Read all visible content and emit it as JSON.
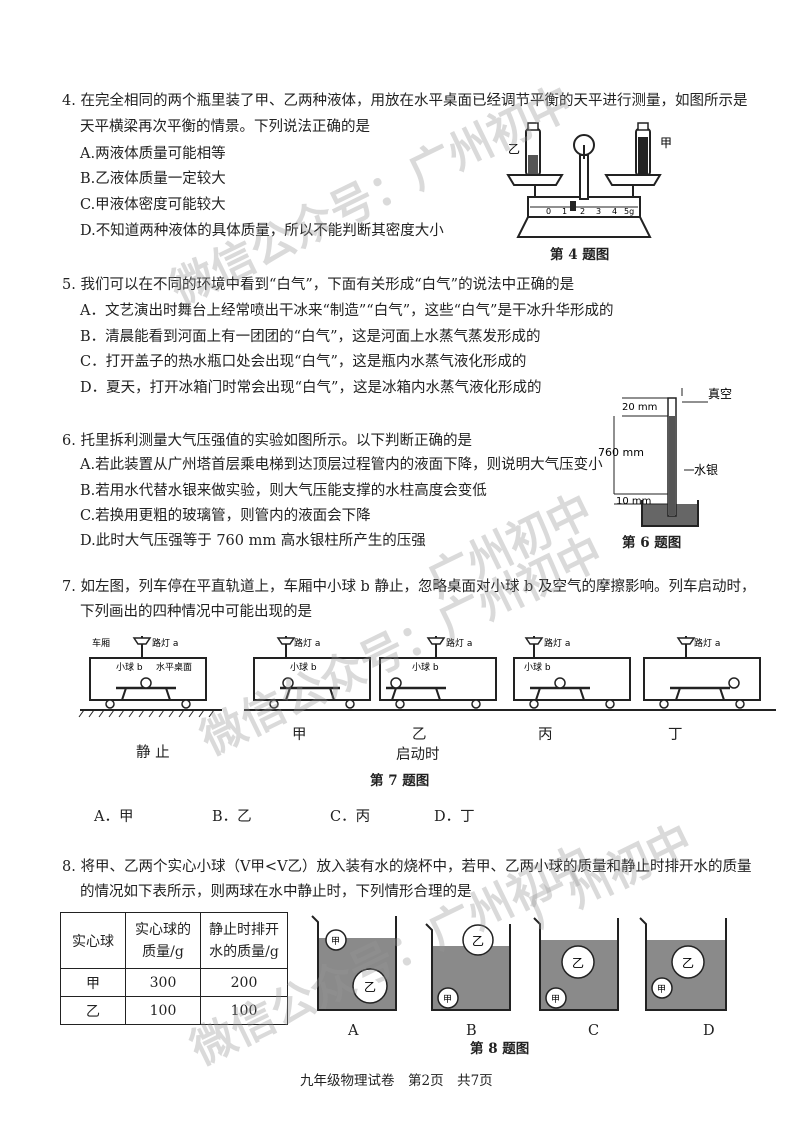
{
  "q4": {
    "stem1": "4. 在完全相同的两个瓶里装了甲、乙两种液体，用放在水平桌面已经调节平衡的天平进行测量，如图所示是",
    "stem2": "天平横梁再次平衡的情景。下列说法正确的是",
    "options": [
      "A.两液体质量可能相等",
      "B.乙液体质量一定较大",
      "C.甲液体密度可能较大",
      "D.不知道两种液体的具体质量，所以不能判断其密度大小"
    ],
    "fig_left_label": "乙",
    "fig_right_label": "甲",
    "scale_numbers": [
      "0",
      "1",
      "2",
      "3",
      "4",
      "5g"
    ],
    "caption": "第 4 题图"
  },
  "q5": {
    "stem": "5. 我们可以在不同的环境中看到“白气”，下面有关形成“白气”的说法中正确的是",
    "options": [
      "A．文艺演出时舞台上经常喷出干冰来“制造”“白气”，这些“白气”是干冰升华形成的",
      "B．清晨能看到河面上有一团团的“白气”，这是河面上水蒸气蒸发形成的",
      "C．打开盖子的热水瓶口处会出现“白气”，这是瓶内水蒸气液化形成的",
      "D．夏天，打开冰箱门时常会出现“白气”，这是冰箱内水蒸气液化形成的"
    ]
  },
  "q6": {
    "stem": "6. 托里拆利测量大气压强值的实验如图所示。以下判断正确的是",
    "options": [
      "A.若此装置从广州塔首层乘电梯到达顶层过程管内的液面下降，则说明大气压变小",
      "B.若用水代替水银来做实验，则大气压能支撑的水柱高度会变低",
      "C.若换用更粗的玻璃管，则管内的液面会下降",
      "D.此时大气压强等于 760 mm 高水银柱所产生的压强"
    ],
    "fig_labels": {
      "top": "20 mm",
      "vacuum": "真空",
      "height": "760 mm",
      "mercury": "水银",
      "bottom": "10 mm"
    },
    "caption": "第 6 题图"
  },
  "q7": {
    "stem1": "7. 如左图，列车停在平直轨道上，车厢中小球 b 静止，忽略桌面对小球 b 及空气的摩擦影响。列车启动时，",
    "stem2": "下列画出的四种情况中可能出现的是",
    "fig_labels": {
      "carriage": "车厢",
      "lamp": "路灯 a",
      "ball": "小球 b",
      "table": "水平桌面"
    },
    "panel_labels": [
      "静  止",
      "甲",
      "乙",
      "丙",
      "丁"
    ],
    "start_label": "启动时",
    "caption": "第 7 题图",
    "options": [
      "A．甲",
      "B．乙",
      "C．丙",
      "D．丁"
    ]
  },
  "q8": {
    "stem1": "8. 将甲、乙两个实心小球（V甲<V乙）放入装有水的烧杯中，若甲、乙两小球的质量和静止时排开水的质量",
    "stem2": "的情况如下表所示，则两球在水中静止时，下列情形合理的是",
    "table": {
      "headers": [
        "实心球",
        "实心球的\n质量/g",
        "静止时排开\n水的质量/g"
      ],
      "rows": [
        [
          "甲",
          "300",
          "200"
        ],
        [
          "乙",
          "100",
          "100"
        ]
      ]
    },
    "ball_labels": [
      "甲",
      "乙"
    ],
    "beaker_labels": [
      "A",
      "B",
      "C",
      "D"
    ],
    "caption": "第 8 题图"
  },
  "footer": "九年级物理试卷　第2页　共7页",
  "watermarks": [
    "微信公众号：广州初中",
    "广州初中",
    "微信公众号：广州初中",
    "广州初中",
    "微信公众号：广州初中"
  ]
}
